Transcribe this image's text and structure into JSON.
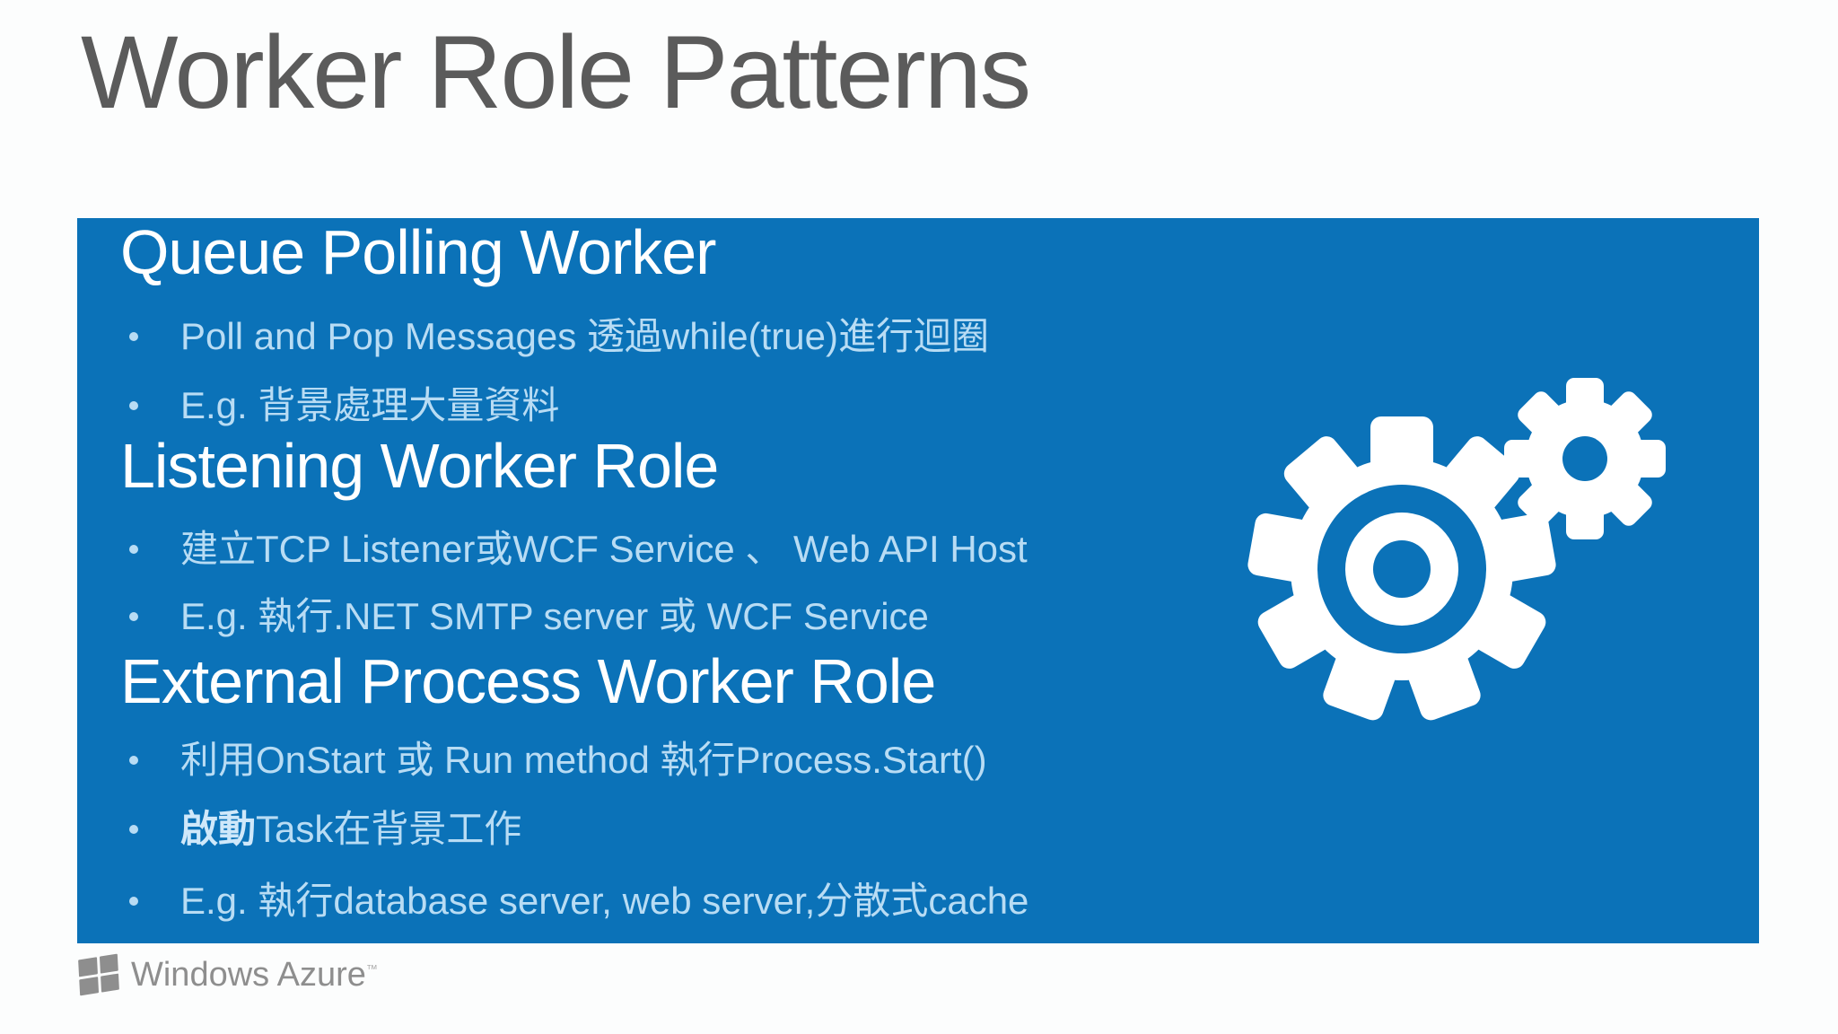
{
  "slide": {
    "title": "Worker Role Patterns",
    "sections": [
      {
        "heading": "Queue Polling Worker",
        "bullets": [
          {
            "bold": "",
            "text": "Poll and Pop Messages 透過while(true)進行迴圈"
          },
          {
            "bold": "",
            "text": "E.g. 背景處理大量資料"
          }
        ]
      },
      {
        "heading": "Listening Worker Role",
        "bullets": [
          {
            "bold": "",
            "text": "建立TCP Listener或WCF Service 、 Web API Host"
          },
          {
            "bold": "",
            "text": "E.g. 執行.NET SMTP server 或 WCF Service"
          }
        ]
      },
      {
        "heading": "External Process Worker Role",
        "bullets": [
          {
            "bold": "",
            "text": "利用OnStart 或 Run method 執行Process.Start()"
          },
          {
            "bold": "啟動",
            "text": "Task在背景工作"
          },
          {
            "bold": "",
            "text": "E.g. 執行database server, web server,分散式cache"
          }
        ]
      }
    ],
    "icons": {
      "gears": "gears-icon",
      "windows_flag": "windows-flag-icon",
      "bullet_dot": "bullet-dot-icon"
    },
    "footer": {
      "brand": "Windows Azure",
      "trademark": "™"
    },
    "colors": {
      "panel_blue": "#0b72b8",
      "heading_white": "#ffffff",
      "bullet_light_blue": "#b8dcf4",
      "title_gray": "#5b5b5b",
      "logo_gray": "#8e8e8e",
      "background": "#fcfdfd"
    }
  }
}
